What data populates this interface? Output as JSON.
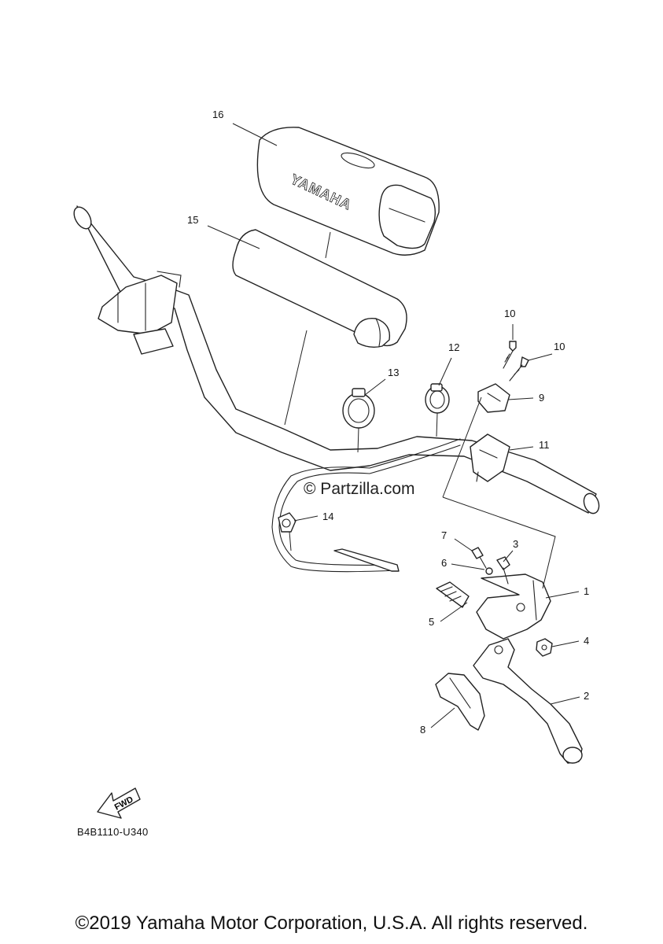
{
  "callouts": {
    "c1": "1",
    "c2": "2",
    "c3": "3",
    "c4": "4",
    "c5": "5",
    "c6": "6",
    "c7": "7",
    "c8": "8",
    "c9": "9",
    "c10a": "10",
    "c10b": "10",
    "c11": "11",
    "c12": "12",
    "c13": "13",
    "c14": "14",
    "c15": "15",
    "c16": "16"
  },
  "cover_logo": "YAMAHA",
  "fwd_label": "FWD",
  "watermark": "© Partzilla.com",
  "diagram_code": "B4B1110-U340",
  "copyright": "©2019 Yamaha Motor Corporation, U.S.A. All rights reserved."
}
